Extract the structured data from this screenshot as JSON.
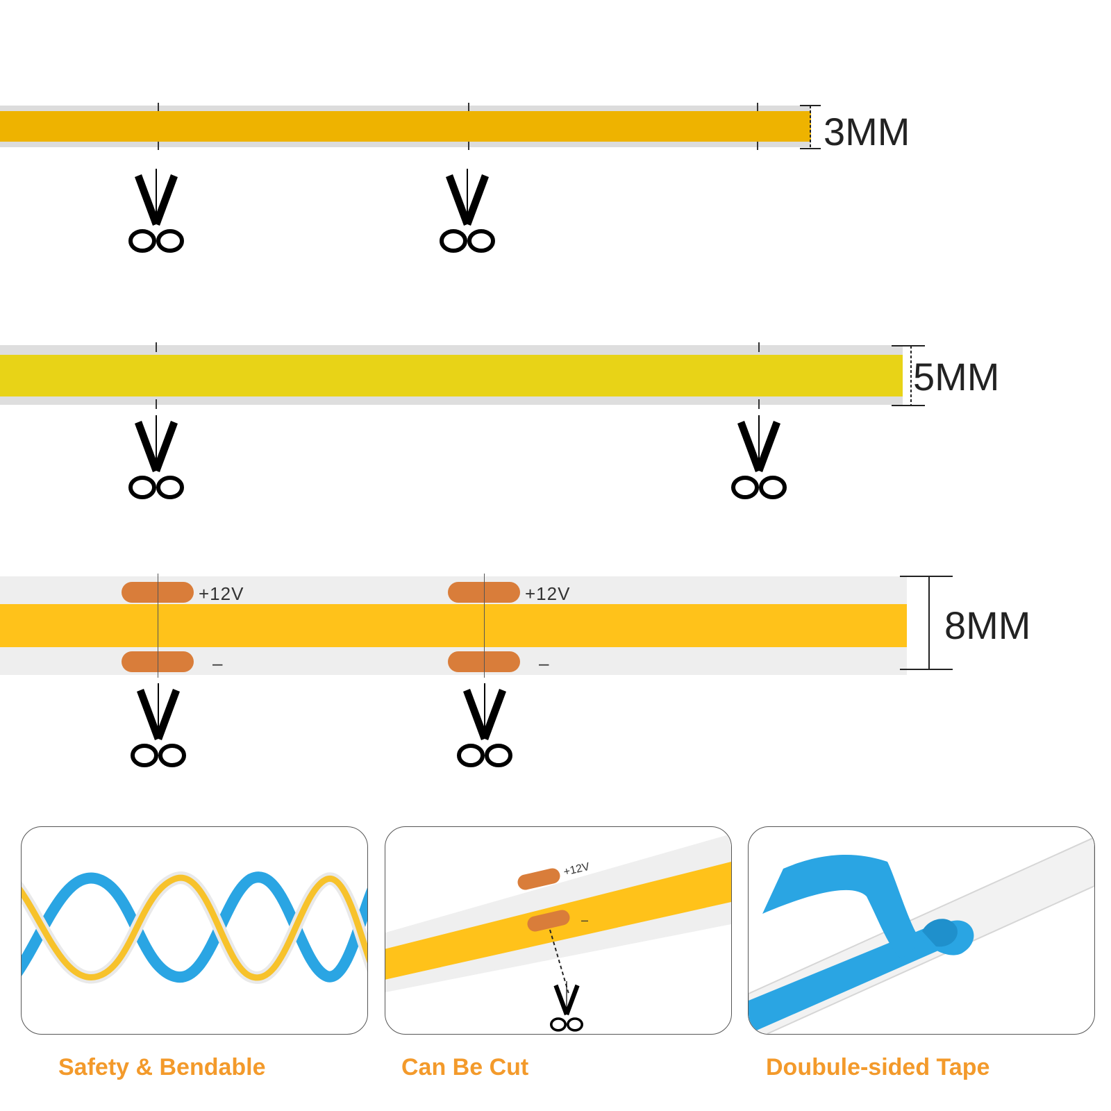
{
  "strips": [
    {
      "size_label": "3MM",
      "core_color": "#eeb300"
    },
    {
      "size_label": "5MM",
      "core_color": "#e8d317"
    },
    {
      "size_label": "8MM",
      "core_color": "#ffc21a",
      "plus_label": "+12V",
      "minus_label": "–"
    }
  ],
  "icons": {
    "scissors": "scissors-icon"
  },
  "panels": [
    {
      "caption": "Safety & Bendable"
    },
    {
      "caption": "Can Be Cut",
      "plus_label": "+12V",
      "minus_label": "–"
    },
    {
      "caption": "Doubule-sided Tape"
    }
  ],
  "colors": {
    "caption": "#f39a2b",
    "pad": "#d97d3a",
    "tape_blue": "#2aa5e3"
  }
}
